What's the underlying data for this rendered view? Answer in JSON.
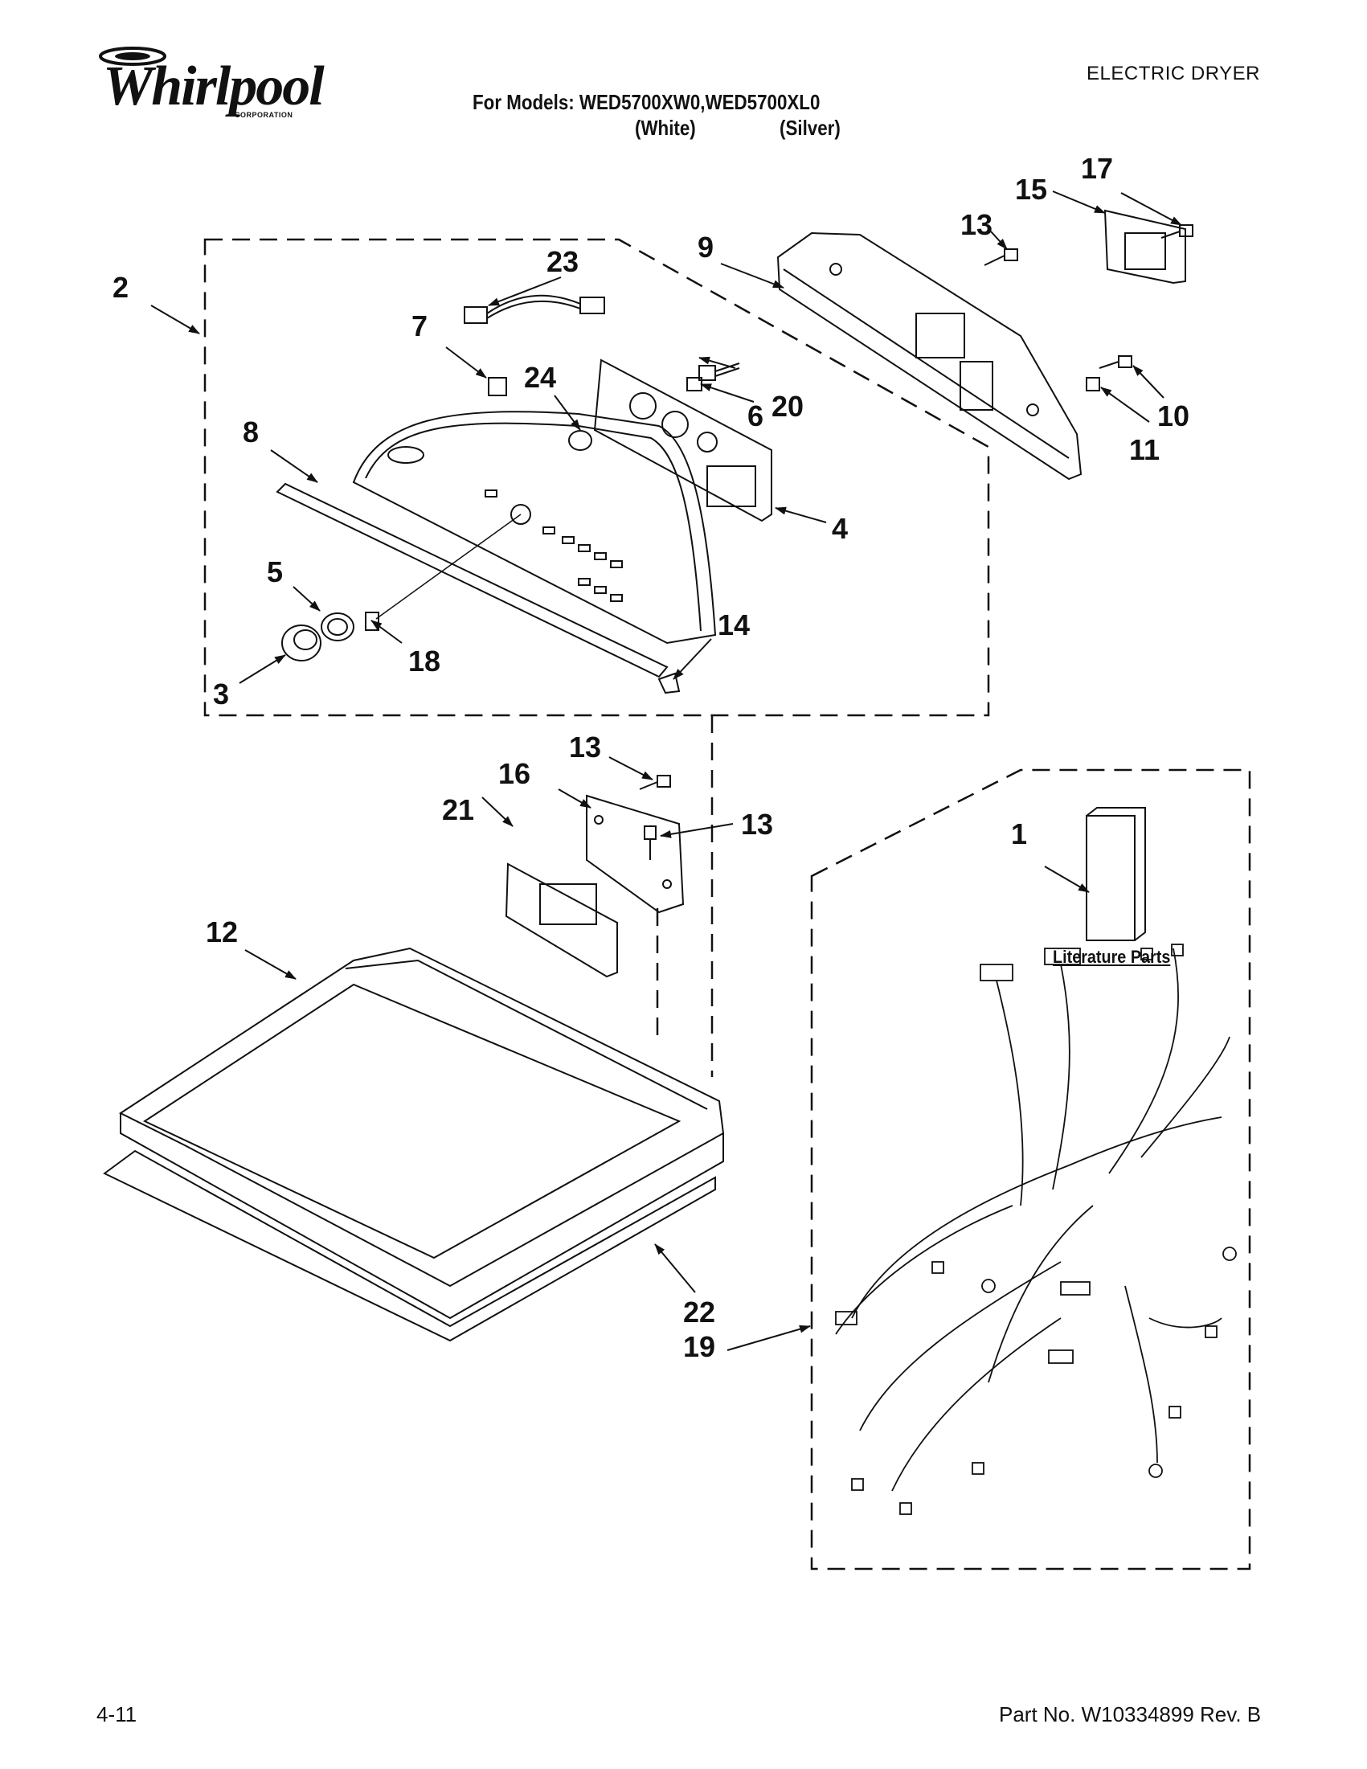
{
  "header": {
    "brand": "Whirlpool",
    "brand_sub": "CORPORATION",
    "product_type": "ELECTRIC DRYER",
    "models_line": "For Models: WED5700XW0,WED5700XL0",
    "color_white": "(White)",
    "color_silver": "(Silver)"
  },
  "callouts": {
    "c1": "1",
    "c2": "2",
    "c3": "3",
    "c4": "4",
    "c5": "5",
    "c6": "6",
    "c7": "7",
    "c8": "8",
    "c9": "9",
    "c10": "10",
    "c11": "11",
    "c12": "12",
    "c13a": "13",
    "c13b": "13",
    "c13c": "13",
    "c14": "14",
    "c15": "15",
    "c16": "16",
    "c17": "17",
    "c18": "18",
    "c19": "19",
    "c20": "20",
    "c21": "21",
    "c22": "22",
    "c23": "23",
    "c24": "24"
  },
  "literature_label": "Literature Parts",
  "footer": {
    "page": "4-11",
    "part_no": "Part No. W10334899 Rev. B"
  }
}
